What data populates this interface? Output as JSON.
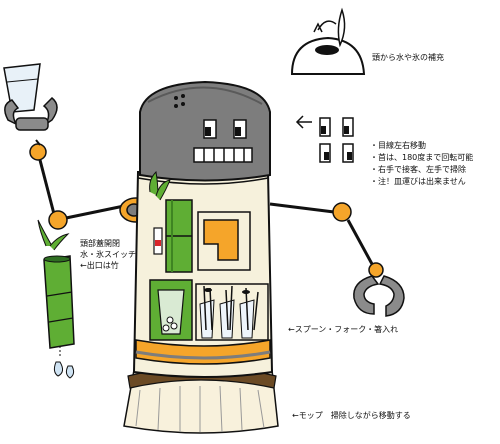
{
  "labels": {
    "head_refill": "頭から水や氷の補充",
    "eyes": [
      "・目線左右移動",
      "・首は、180度まで回転可能",
      "・右手で接客、左手で掃除",
      "・注！皿運びは出来ません"
    ],
    "switch": [
      "頭部蓋開閉",
      "水・氷スイッチ",
      "←出口は竹"
    ],
    "spoon_fork": "←スプーン・フォーク・箸入れ",
    "mop": "←モップ　掃除しながら移動する"
  },
  "colors": {
    "body_gray": "#7d7d7d",
    "shell_cream": "#f6f1dc",
    "accent_orange": "#f5a52a",
    "bamboo_green": "#5fae34",
    "mop_cream": "#f8f1dc"
  }
}
